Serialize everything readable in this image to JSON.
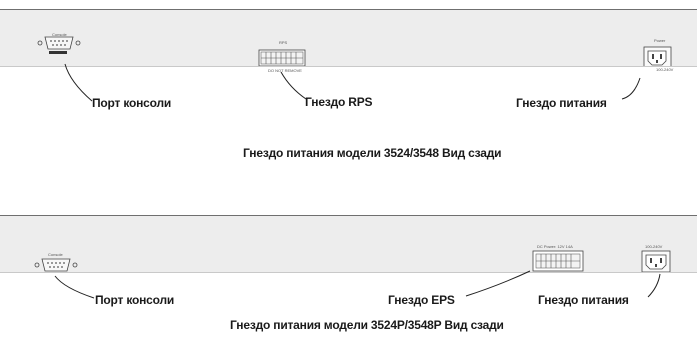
{
  "diagram1": {
    "console_small_label": "Console",
    "rps_small_label": "RPS",
    "rps_bottom_label": "DO NOT REMOVE",
    "power_small_label": "Power",
    "power_side_label": "100-240V",
    "callouts": {
      "console_port": "Порт консоли",
      "rps_socket": "Гнездо RPS",
      "power_socket": "Гнездо питания"
    },
    "caption": "Гнездо питания модели  3524/3548 Вид сзади"
  },
  "diagram2": {
    "console_small_label": "Console",
    "eps_small_label": "DC Power: 12V 14A",
    "power_small_label": "100-240V",
    "callouts": {
      "console_port": "Порт консоли",
      "eps_socket": "Гнездо EPS",
      "power_socket": "Гнездо питания"
    },
    "caption": "Гнездо питания модели 3524P/3548P Вид сзади"
  }
}
